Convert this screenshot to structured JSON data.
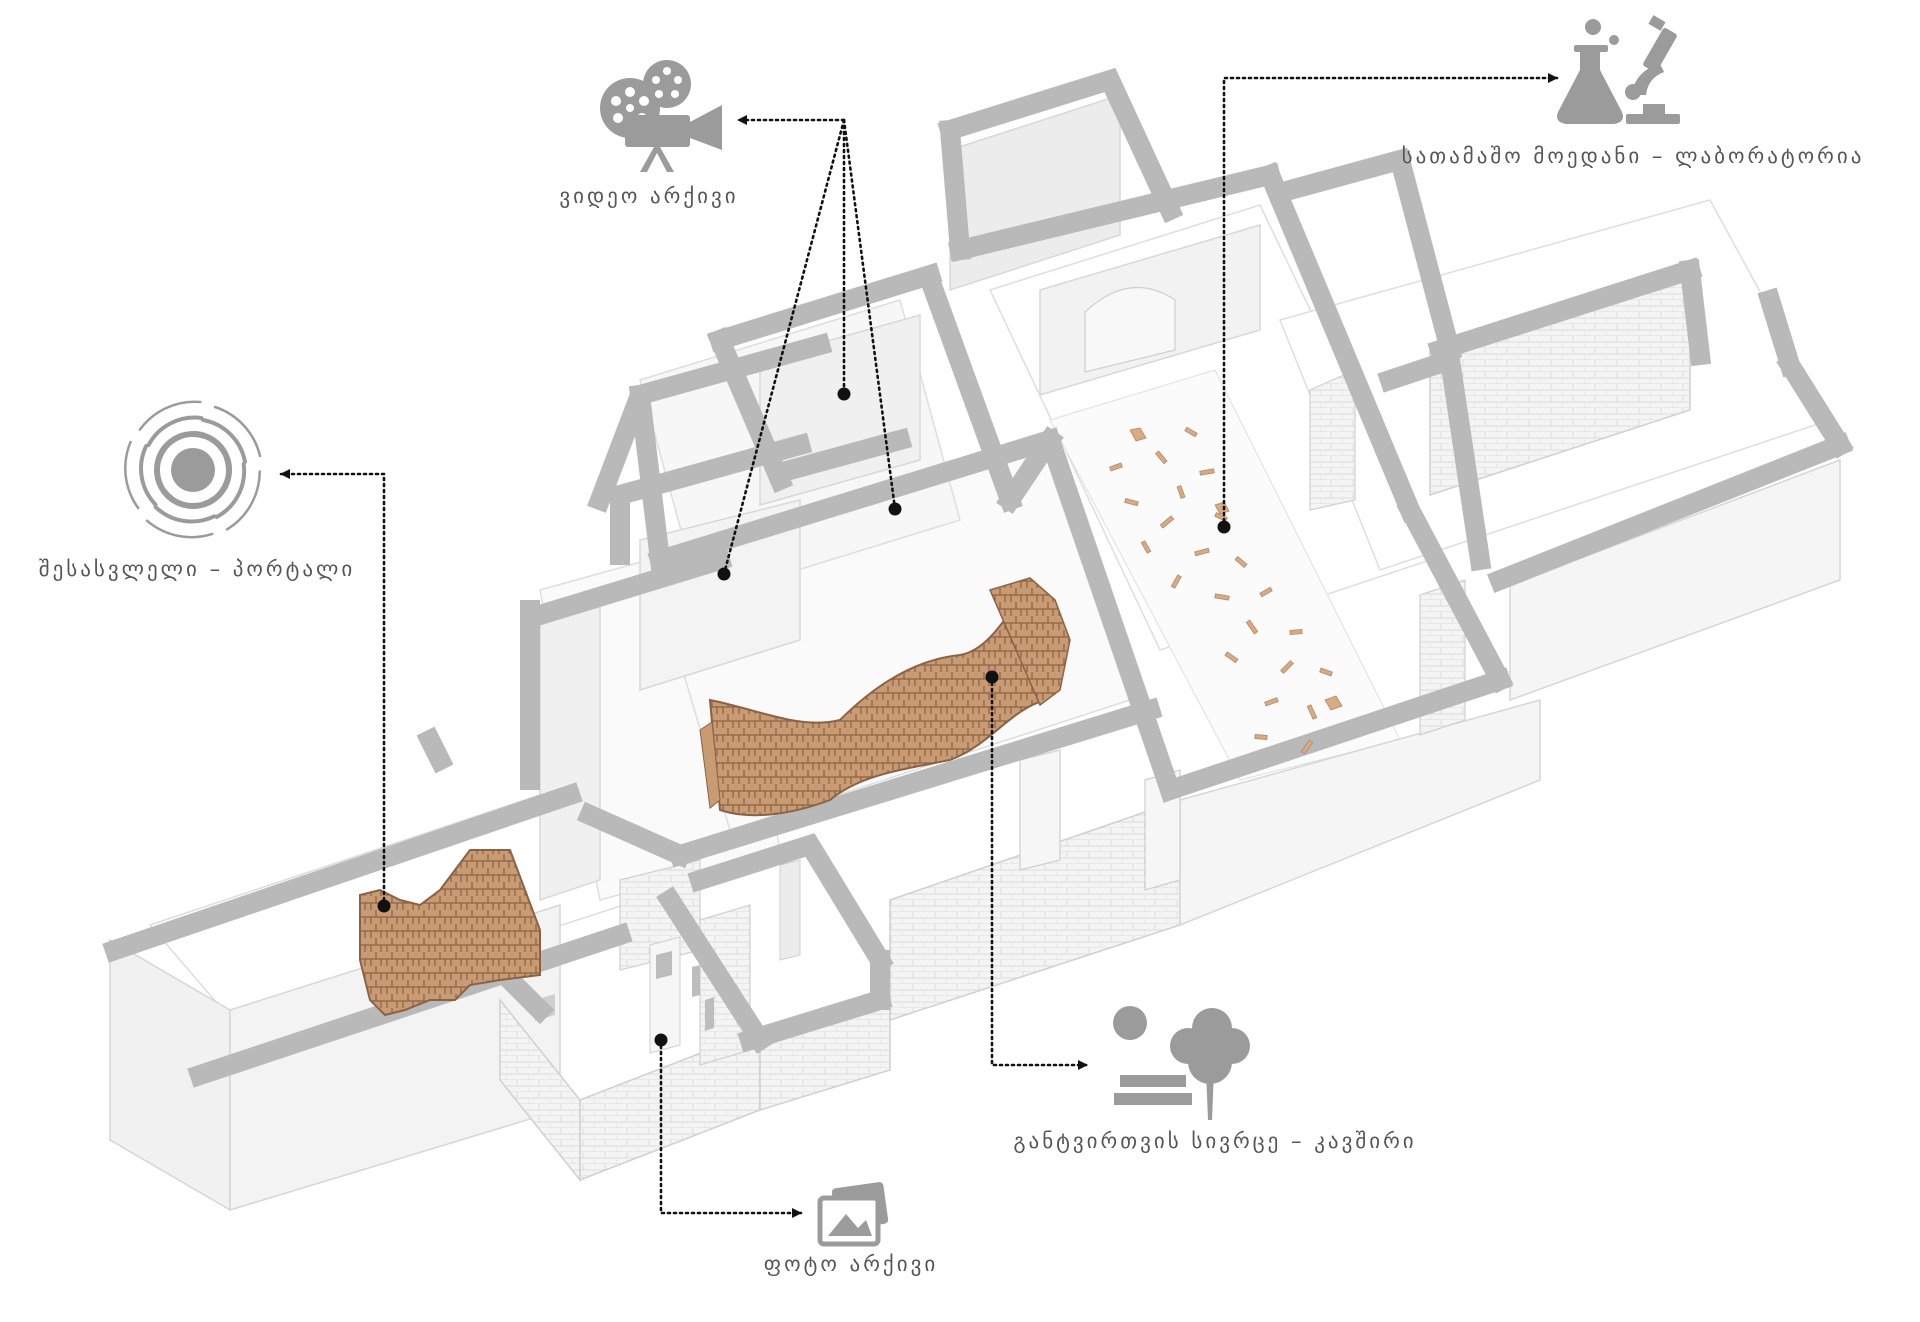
{
  "labels": {
    "video_archive": "ვიდეო არქივი",
    "playground_lab": "სათამაშო მოედანი – ლაბორატორია",
    "entrance_portal": "შესასვლელი – პორტალი",
    "leisure_space": "განტვირთვის სივრცე – კავშირი",
    "photo_archive": "ფოტო არქივი"
  },
  "icons": {
    "video_archive": "film-projector-icon",
    "playground_lab": "flask-microscope-icon",
    "entrance_portal": "spiral-portal-icon",
    "leisure_space": "bench-tree-icon",
    "photo_archive": "photo-gallery-icon"
  },
  "colors": {
    "wall": "#b9b9b9",
    "wall_light": "#efefef",
    "floor": "#ffffff",
    "wood": "#c99b73",
    "wood_dark": "#8a6246",
    "icon": "#9b9b9b",
    "text": "#555555",
    "leader": "#111111"
  }
}
